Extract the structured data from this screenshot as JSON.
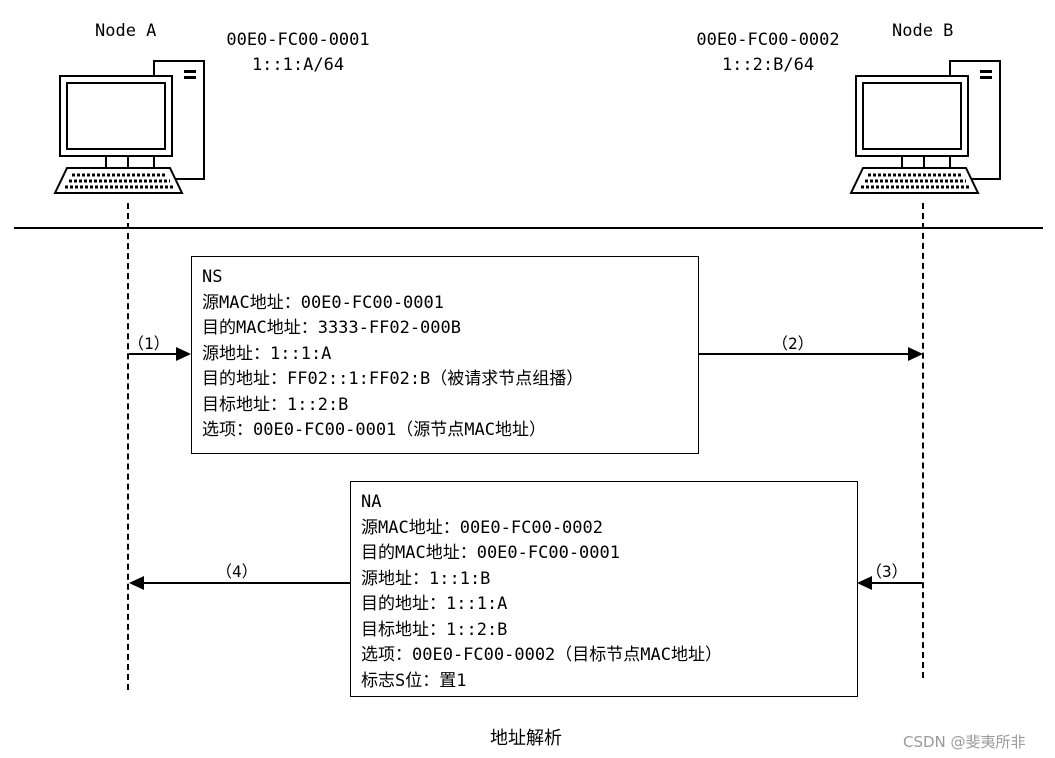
{
  "node_a": {
    "label": "Node A",
    "mac": "00E0-FC00-0001",
    "ipv6": "1::1:A/64",
    "icon": "computer-icon"
  },
  "node_b": {
    "label": "Node B",
    "mac": "00E0-FC00-0002",
    "ipv6": "1::2:B/64",
    "icon": "computer-icon"
  },
  "ns_message": {
    "lines": [
      "NS",
      "源MAC地址：00E0-FC00-0001",
      "目的MAC地址：3333-FF02-000B",
      "源地址：1::1:A",
      "目的地址：FF02::1:FF02:B（被请求节点组播）",
      "目标地址：1::2:B",
      "选项：00E0-FC00-0001（源节点MAC地址）"
    ]
  },
  "na_message": {
    "lines": [
      "NA",
      "源MAC地址：00E0-FC00-0002",
      "目的MAC地址：00E0-FC00-0001",
      "源地址：1::1:B",
      "目的地址：1::1:A",
      "目标地址：1::2:B",
      "选项：00E0-FC00-0002（目标节点MAC地址）",
      "标志S位：置1"
    ]
  },
  "steps": {
    "s1": "（1）",
    "s2": "（2）",
    "s3": "（3）",
    "s4": "（4）"
  },
  "caption": "地址解析",
  "watermark": "CSDN @斐夷所非"
}
